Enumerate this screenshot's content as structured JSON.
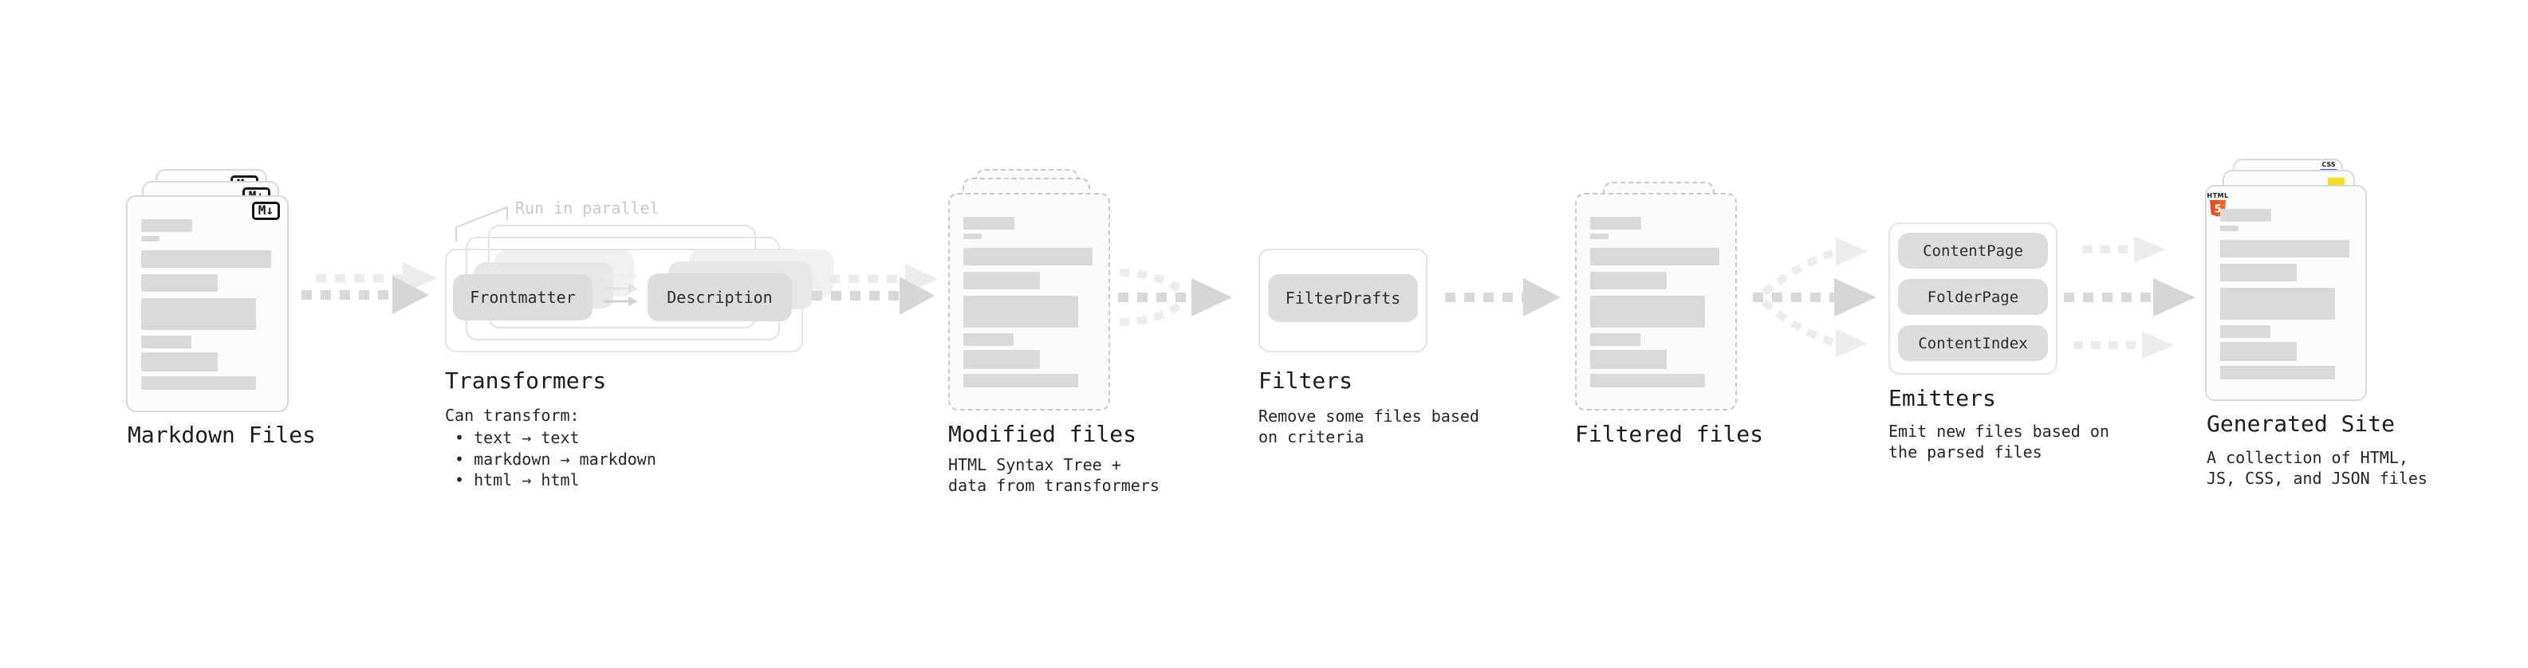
{
  "diagram": {
    "markdown": {
      "title": "Markdown Files",
      "badge": "M↓"
    },
    "transformers": {
      "title": "Transformers",
      "note": "Run in parallel",
      "pill_frontmatter": "Frontmatter",
      "pill_description": "Description",
      "desc_heading": "Can transform:",
      "bullet1": "• text → text",
      "bullet2": "• markdown → markdown",
      "bullet3": "• html → html"
    },
    "modified": {
      "title": "Modified files",
      "desc1": "HTML Syntax Tree +",
      "desc2": "data from transformers"
    },
    "filters": {
      "title": "Filters",
      "pill": "FilterDrafts",
      "desc1": "Remove some files based",
      "desc2": "on criteria"
    },
    "filtered": {
      "title": "Filtered files"
    },
    "emitters": {
      "title": "Emitters",
      "pill1": "ContentPage",
      "pill2": "FolderPage",
      "pill3": "ContentIndex",
      "desc1": "Emit new files based on",
      "desc2": "the parsed files"
    },
    "generated": {
      "title": "Generated Site",
      "badge_css": "CSS",
      "badge_html": "HTML",
      "badge_five": "5",
      "desc1": "A collection of HTML,",
      "desc2": "JS, CSS, and JSON files"
    }
  },
  "colors": {
    "html5_shield": "#e44d26",
    "html5_shield_light": "#f16529",
    "js_badge": "#f5de19",
    "css_badge": "#2965f1",
    "pill_bg": "#dcdcdc",
    "arrow_dark": "#d7d7d7",
    "arrow_light": "#ebebeb"
  }
}
